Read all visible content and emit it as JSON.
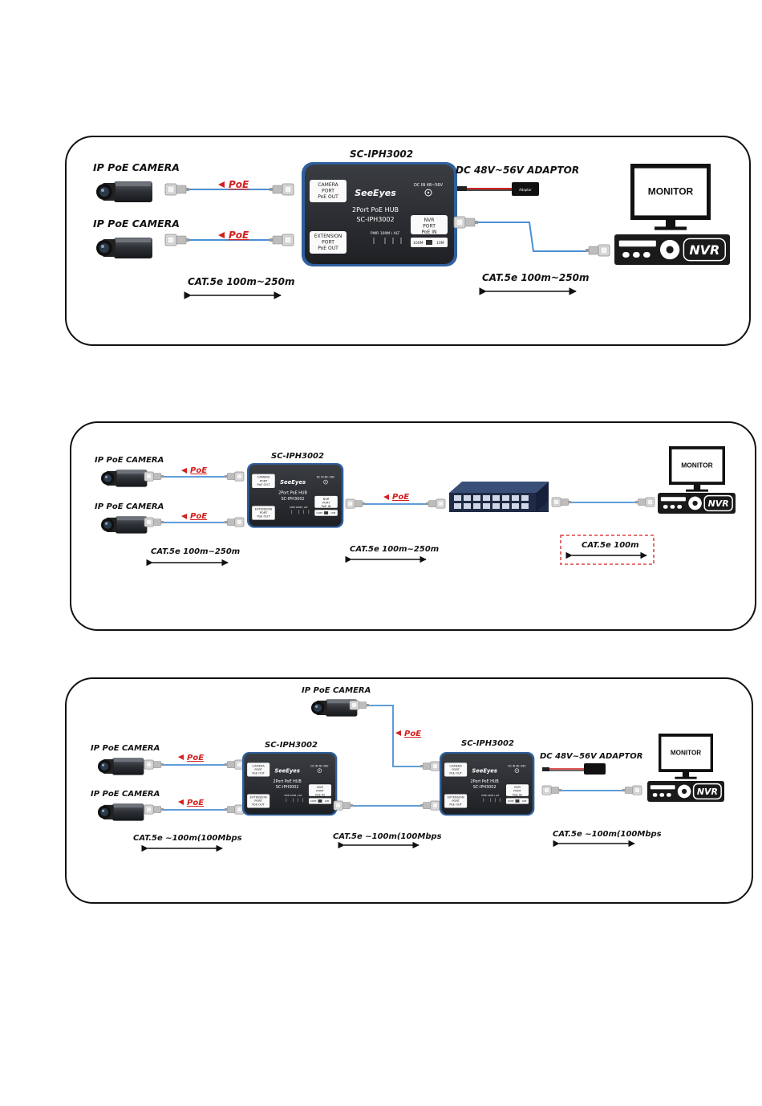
{
  "labels": {
    "camera": "IP PoE CAMERA",
    "poe": "PoE",
    "model": "SC-IPH3002",
    "adaptor": "DC 48V~56V ADAPTOR",
    "monitor": "MONITOR",
    "nvr": "NVR"
  },
  "hub": {
    "brand": "SeeEyes",
    "title_line1": "2Port PoE HUB",
    "title_line2": "SC-IPH3002",
    "camera_port": [
      "CAMERA",
      "PORT",
      "PoE OUT"
    ],
    "extension_port": [
      "EXTENSION",
      "PORT",
      "PoE OUT"
    ],
    "nvr_port": [
      "NVR",
      "PORT",
      "PoE IN"
    ],
    "dc_in": "DC IN 48~56V",
    "leds": "PWR   100M / ALT",
    "switch_left": "100M",
    "switch_right": "10M"
  },
  "adaptor_tag": "Adaptor",
  "panel1": {
    "cable_left": "CAT.5e 100m~250m",
    "cable_right": "CAT.5e 100m~250m"
  },
  "panel2": {
    "cable_left": "CAT.5e 100m~250m",
    "cable_mid": "CAT.5e 100m~250m",
    "cable_right": "CAT.5e 100m"
  },
  "panel3": {
    "cable_left": "CAT.5e ~100m(100Mbps",
    "cable_mid": "CAT.5e ~100m(100Mbps",
    "cable_right": "CAT.5e ~100m(100Mbps"
  }
}
